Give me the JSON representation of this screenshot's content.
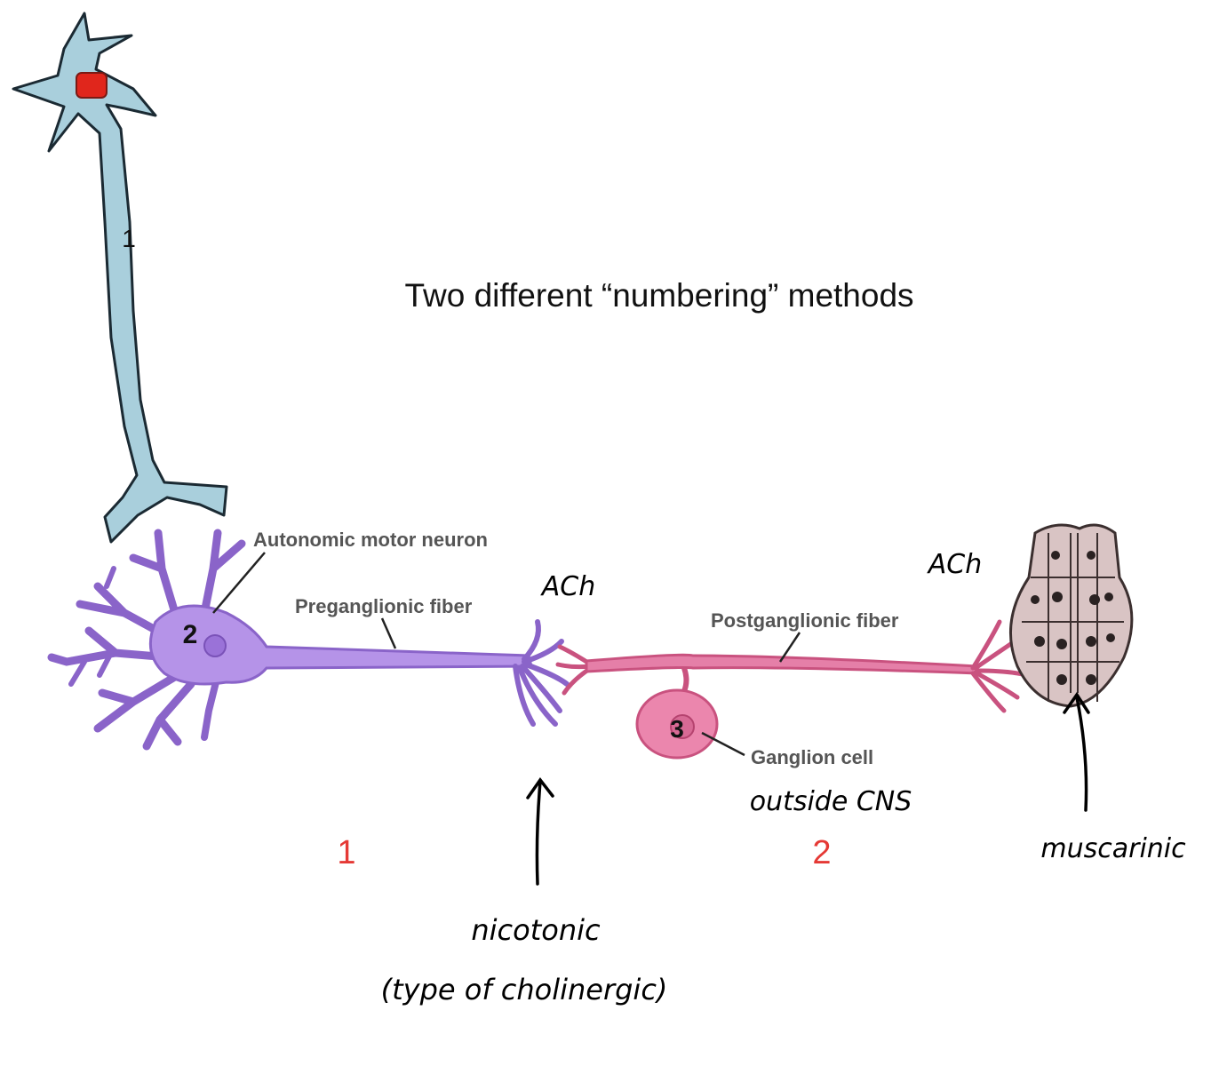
{
  "title": "Two different “numbering” methods",
  "labels": {
    "autonomic_motor_neuron": "Autonomic motor neuron",
    "preganglionic_fiber": "Preganglionic fiber",
    "postganglionic_fiber": "Postganglionic fiber",
    "ganglion_cell": "Ganglion cell"
  },
  "neuron_numbers": {
    "upper_motor_neuron": "1",
    "autonomic_motor_neuron": "2",
    "ganglion_cell": "3"
  },
  "segment_numbers": {
    "first": "1",
    "second": "2"
  },
  "handwritten": {
    "ach_left": "ACh",
    "ach_right": "ACh",
    "outside_cns": "outside CNS",
    "nicotonic": "nicotonic",
    "type_of_cholinergic": "(type of cholinergic)",
    "muscarinic": "muscarinic"
  },
  "colors": {
    "upper_neuron": "#a9cfdc",
    "autonomic_neuron": "#b593e8",
    "postganglionic": "#e57fa8",
    "ganglion_cell": "#eb86ad",
    "gland": "#d9c4c4",
    "segment_number": "#e53935",
    "nucleus_red": "#e0261c"
  }
}
